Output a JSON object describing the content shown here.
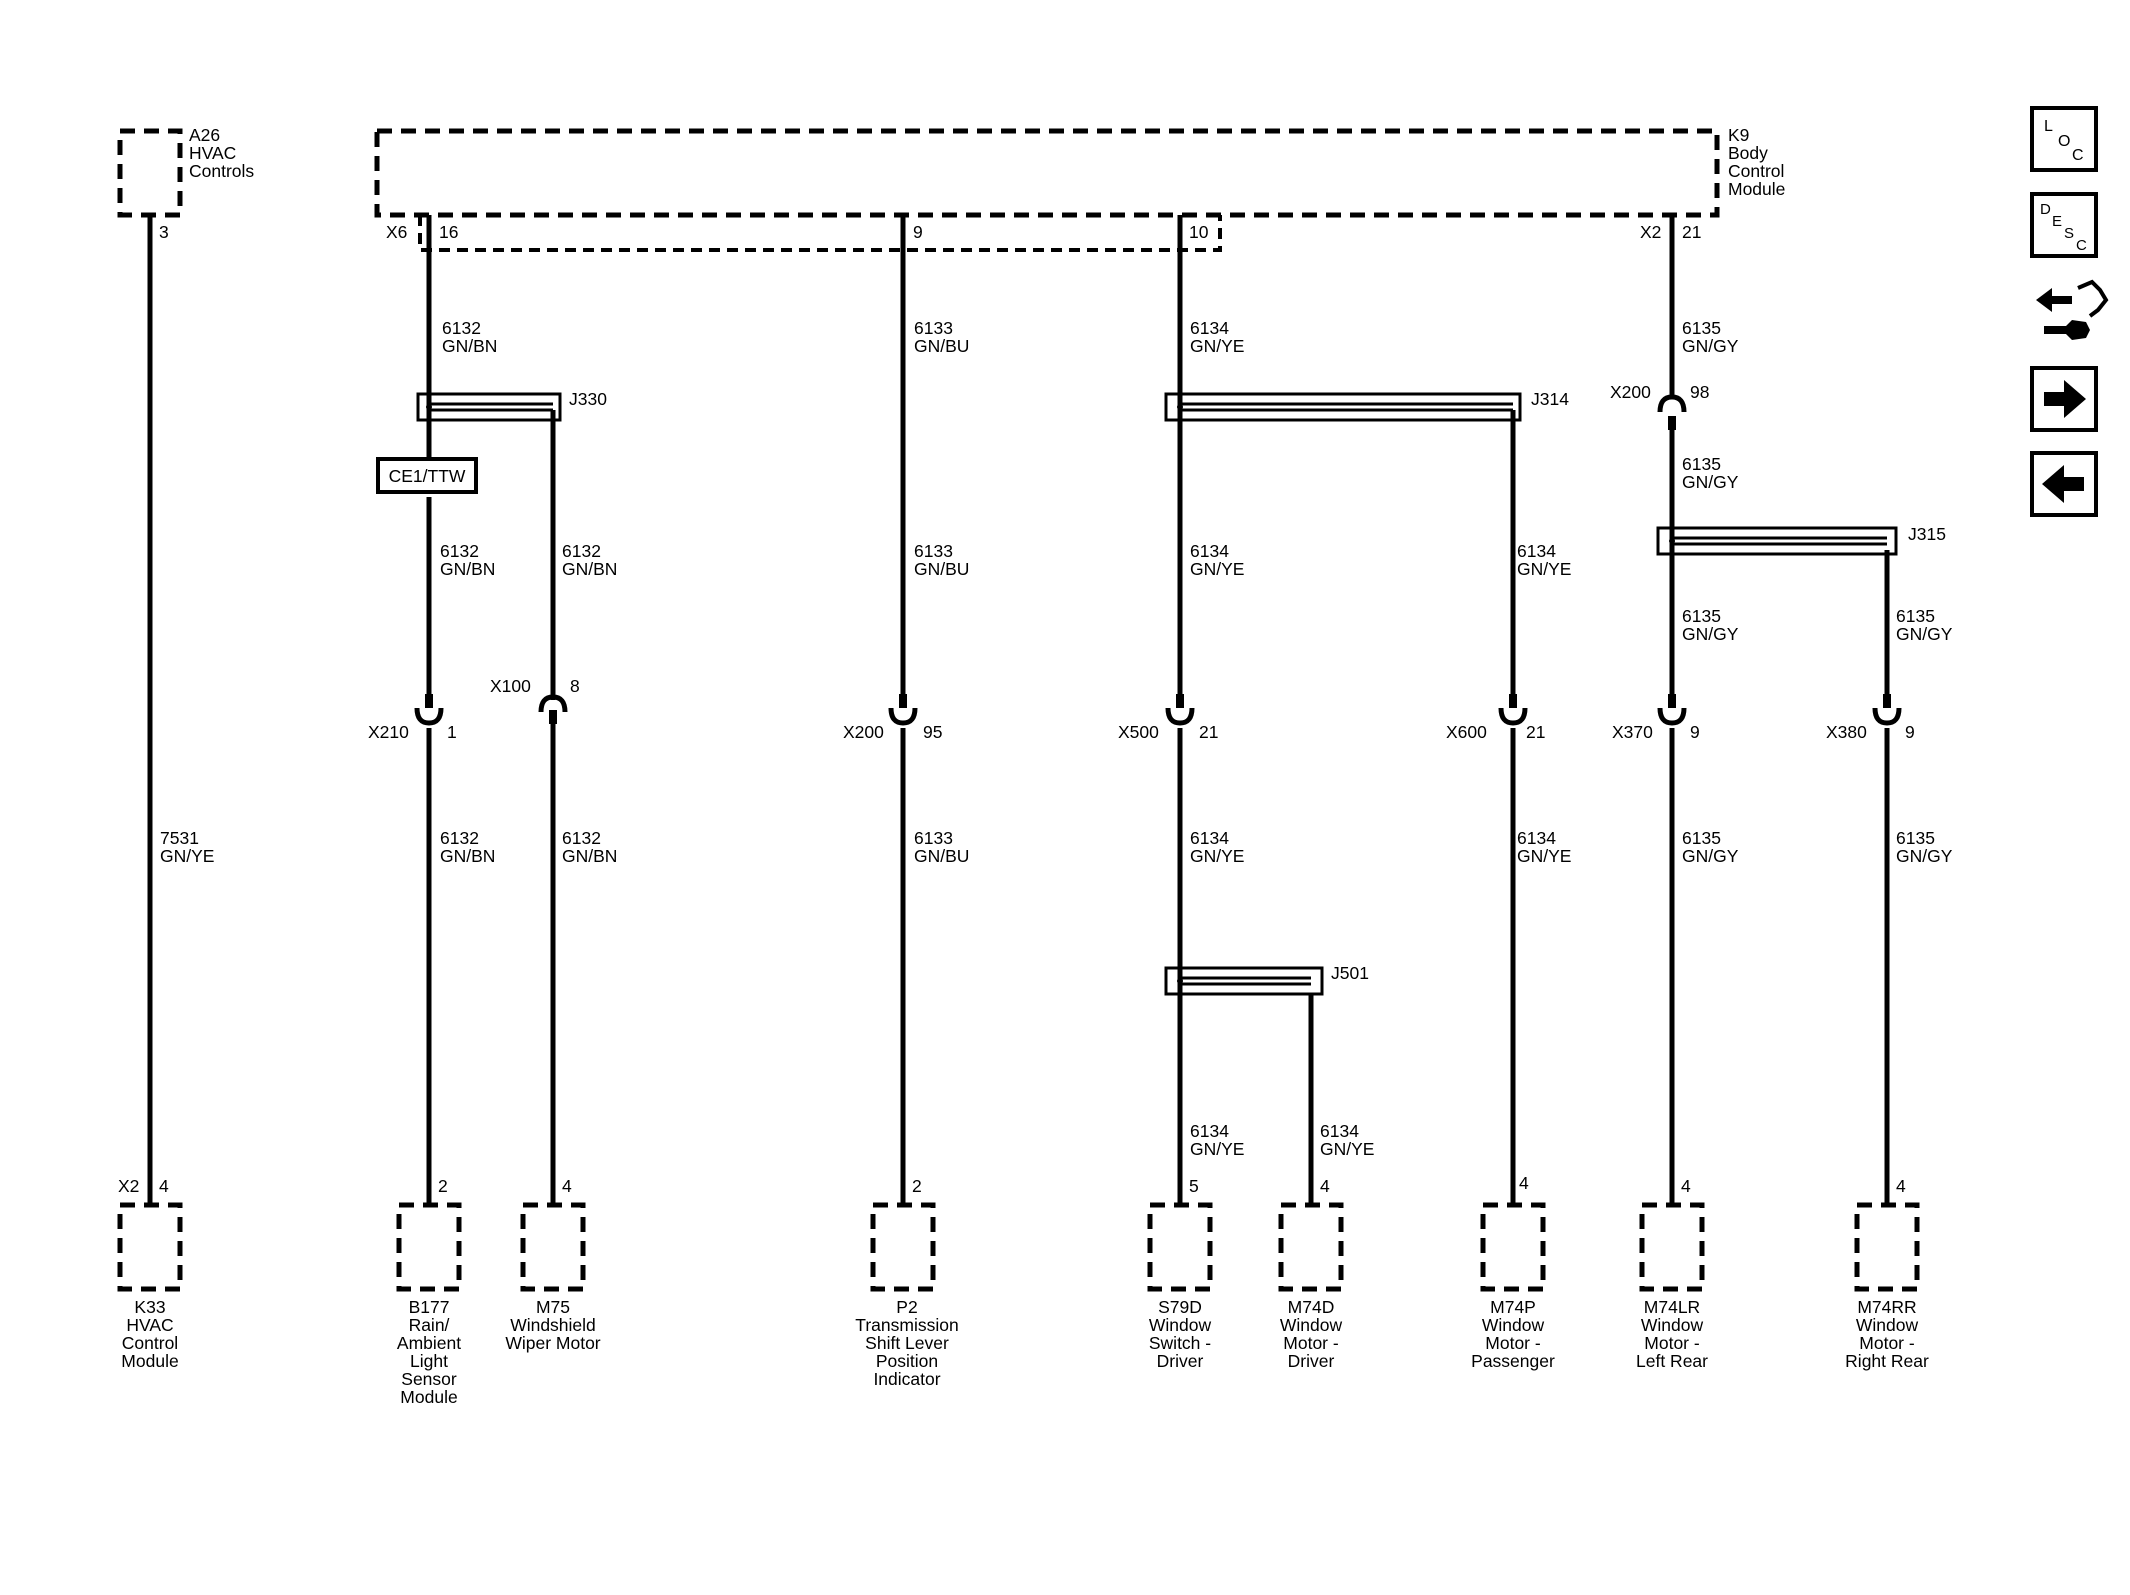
{
  "colors": {
    "line": "#000000",
    "background": "#ffffff"
  },
  "modules": {
    "a26": [
      "A26",
      "HVAC",
      "Controls"
    ],
    "k9": [
      "K9",
      "Body",
      "Control",
      "Module"
    ]
  },
  "pins": {
    "a26_pin": "3",
    "x6": "X6",
    "x6_pin": "16",
    "k9_pin9": "9",
    "k9_pin10": "10",
    "x2_top": "X2",
    "x2_top_pin": "21",
    "k33_conn": "X2",
    "k33_pin": "4",
    "b177_pin": "2",
    "m75_pin": "4",
    "p2_pin": "2",
    "s79d_pin": "5",
    "m74d_pin": "4",
    "m74p_pin": "4",
    "m74lr_pin": "4",
    "m74rr_pin": "4"
  },
  "splices": {
    "j330": "J330",
    "j314": "J314",
    "j315": "J315",
    "j501": "J501"
  },
  "component": {
    "ce1": "CE1/TTW"
  },
  "connectors": {
    "x200_top": {
      "name": "X200",
      "pin": "98"
    },
    "x210": {
      "name": "X210",
      "pin": "1"
    },
    "x100": {
      "name": "X100",
      "pin": "8"
    },
    "x200": {
      "name": "X200",
      "pin": "95"
    },
    "x500": {
      "name": "X500",
      "pin": "21"
    },
    "x600": {
      "name": "X600",
      "pin": "21"
    },
    "x370": {
      "name": "X370",
      "pin": "9"
    },
    "x380": {
      "name": "X380",
      "pin": "9"
    }
  },
  "wires": {
    "w7531": {
      "circuit": "7531",
      "color": "GN/YE"
    },
    "w6132": {
      "circuit": "6132",
      "color": "GN/BN"
    },
    "w6133": {
      "circuit": "6133",
      "color": "GN/BU"
    },
    "w6134": {
      "circuit": "6134",
      "color": "GN/YE"
    },
    "w6135": {
      "circuit": "6135",
      "color": "GN/GY"
    }
  },
  "components": {
    "k33": [
      "K33",
      "HVAC",
      "Control",
      "Module"
    ],
    "b177": [
      "B177",
      "Rain/",
      "Ambient",
      "Light",
      "Sensor",
      "Module"
    ],
    "m75": [
      "M75",
      "Windshield",
      "Wiper Motor"
    ],
    "p2": [
      "P2",
      "Transmission",
      "Shift Lever",
      "Position",
      "Indicator"
    ],
    "s79d": [
      "S79D",
      "Window",
      "Switch -",
      "Driver"
    ],
    "m74d": [
      "M74D",
      "Window",
      "Motor -",
      "Driver"
    ],
    "m74p": [
      "M74P",
      "Window",
      "Motor -",
      "Passenger"
    ],
    "m74lr": [
      "M74LR",
      "Window",
      "Motor -",
      "Left Rear"
    ],
    "m74rr": [
      "M74RR",
      "Window",
      "Motor -",
      "Right Rear"
    ]
  },
  "nav": {
    "loc": [
      "L",
      "O",
      "C"
    ],
    "desc": [
      "D",
      "E",
      "S",
      "C"
    ],
    "icons": [
      "service-tool-icon",
      "arrow-right-icon",
      "arrow-left-icon"
    ]
  }
}
